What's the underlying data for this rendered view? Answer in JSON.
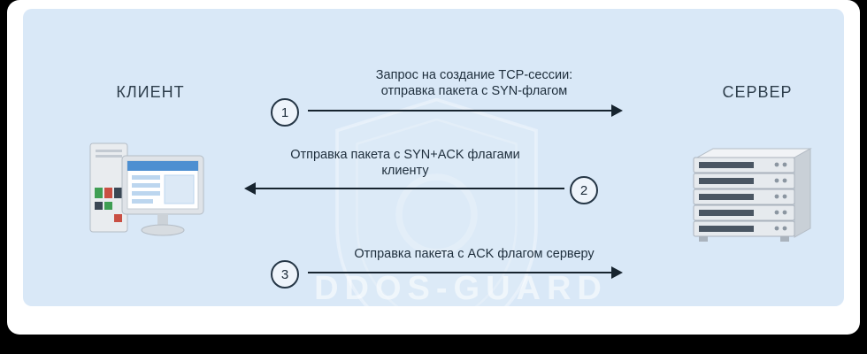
{
  "diagram": {
    "title": "TCP session establishment (three-way handshake)",
    "client_label": "КЛИЕНТ",
    "server_label": "СЕРВЕР",
    "watermark_text": "DDOS-GUARD",
    "steps": [
      {
        "number": "1",
        "line1": "Запрос на создание TCP-сессии:",
        "line2": "отправка пакета с SYN-флагом",
        "direction": "right"
      },
      {
        "number": "2",
        "line1": "Отправка пакета с SYN+ACK флагами",
        "line2": "клиенту",
        "direction": "left"
      },
      {
        "number": "3",
        "line1": "Отправка пакета с ACK флагом серверу",
        "line2": "",
        "direction": "right"
      }
    ],
    "colors": {
      "background": "#d9e8f7",
      "frame": "#ffffff",
      "outer": "#000000",
      "arrow": "#17242f",
      "text": "#1e2e3c"
    }
  }
}
